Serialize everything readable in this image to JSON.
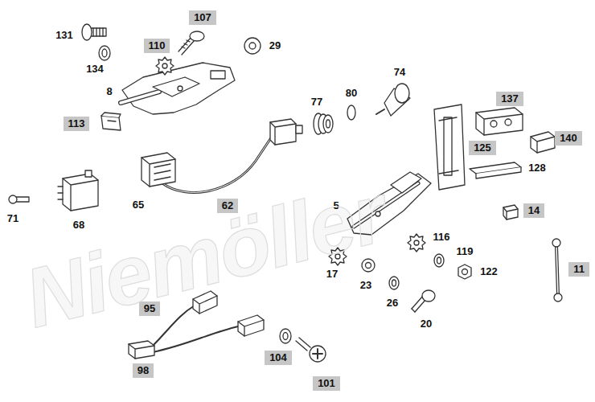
{
  "diagram": {
    "labels": [
      "107",
      "110",
      "131",
      "29",
      "134",
      "74",
      "8",
      "80",
      "137",
      "77",
      "113",
      "140",
      "125",
      "128",
      "65",
      "62",
      "5",
      "14",
      "68",
      "71",
      "116",
      "119",
      "122",
      "11",
      "17",
      "23",
      "26",
      "95",
      "20",
      "104",
      "98",
      "101",
      "Niemöller"
    ]
  }
}
